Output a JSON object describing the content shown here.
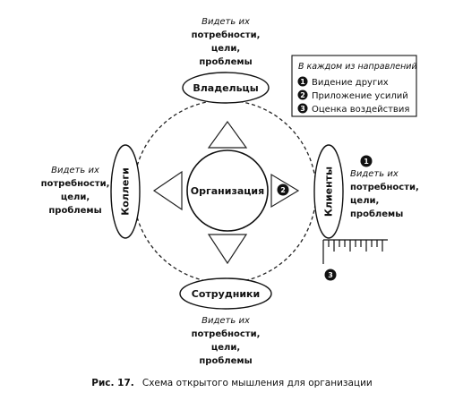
{
  "center": {
    "label": "Организация"
  },
  "nodes": {
    "top": {
      "label": "Владельцы"
    },
    "bottom": {
      "label": "Сотрудники"
    },
    "left": {
      "label": "Коллеги"
    },
    "right": {
      "label": "Клиенты"
    }
  },
  "annotation": {
    "line1": "Видеть их",
    "line2": "потребности,",
    "line3": "цели,",
    "line4": "проблемы"
  },
  "legend": {
    "title": "В каждом из направлений",
    "items": [
      {
        "num": "1",
        "text": "Видение других"
      },
      {
        "num": "2",
        "text": "Приложение усилий"
      },
      {
        "num": "3",
        "text": "Оценка воздействия"
      }
    ]
  },
  "markers": {
    "one": "1",
    "two": "2",
    "three": "3"
  },
  "caption": {
    "prefix": "Рис. 17.",
    "text": "Схема открытого мышления для организации"
  }
}
